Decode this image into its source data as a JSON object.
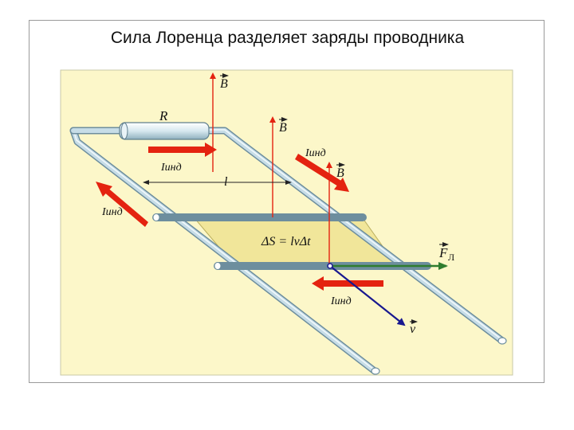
{
  "slide": {
    "title": "Сила Лоренца разделяет заряды проводника"
  },
  "labels": {
    "b_top": "B",
    "b_mid": "B",
    "b_right": "B",
    "resistor": "R",
    "length": "l",
    "i_top_left": "Iинд",
    "i_top_right": "Iинд",
    "i_left": "Iинд",
    "i_bottom": "Iинд",
    "area": "ΔS = lvΔt",
    "force": "F",
    "force_sub": "Л",
    "velocity": "v"
  },
  "colors": {
    "panel": "#fcf7c9",
    "area": "#f1e69a",
    "current_arrow": "#e42310",
    "field_arrow": "#e42310",
    "velocity_arrow": "#18188f",
    "force_arrow": "#2f7d2f",
    "rail": "#bcd4de"
  }
}
